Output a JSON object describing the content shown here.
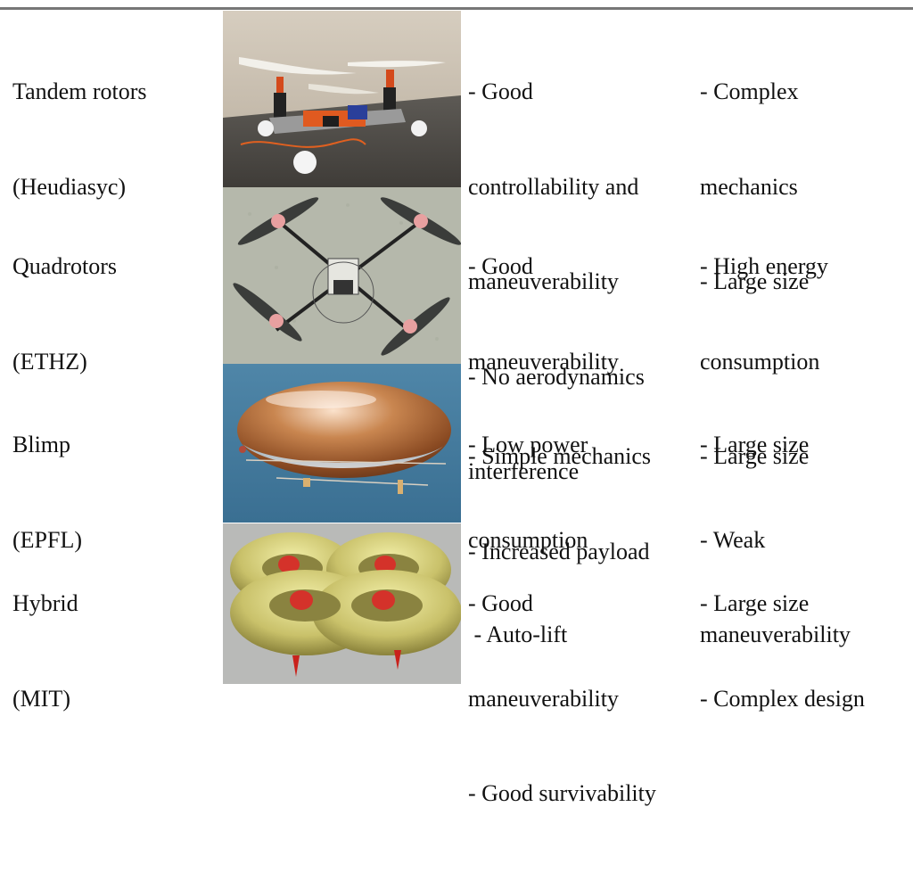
{
  "rows": [
    {
      "name": [
        "Tandem rotors",
        "(Heudiasyc)"
      ],
      "advantages": [
        "- Good",
        "controllability and",
        "maneuverability",
        "- No aerodynamics",
        "interference"
      ],
      "disadvantages": [
        "- Complex",
        "mechanics",
        "- Large size"
      ],
      "image": "tandem-rotor-robot-photo"
    },
    {
      "name": [
        "Quadrotors",
        "(ETHZ)"
      ],
      "advantages": [
        "- Good",
        "maneuverability",
        "- Simple mechanics",
        "- Increased payload"
      ],
      "disadvantages": [
        "- High energy",
        "consumption",
        "- Large size"
      ],
      "image": "quadrotor-robot-photo"
    },
    {
      "name": [
        "Blimp",
        "(EPFL)"
      ],
      "advantages": [
        "- Low power",
        "consumption",
        " - Auto-lift"
      ],
      "disadvantages": [
        "- Large size",
        "- Weak",
        "maneuverability"
      ],
      "image": "blimp-robot-photo"
    },
    {
      "name": [
        "Hybrid",
        "(MIT)"
      ],
      "advantages": [
        "- Good",
        "maneuverability",
        "- Good survivability"
      ],
      "disadvantages": [
        "- Large size",
        "- Complex design"
      ],
      "image": "hybrid-robot-render"
    }
  ]
}
